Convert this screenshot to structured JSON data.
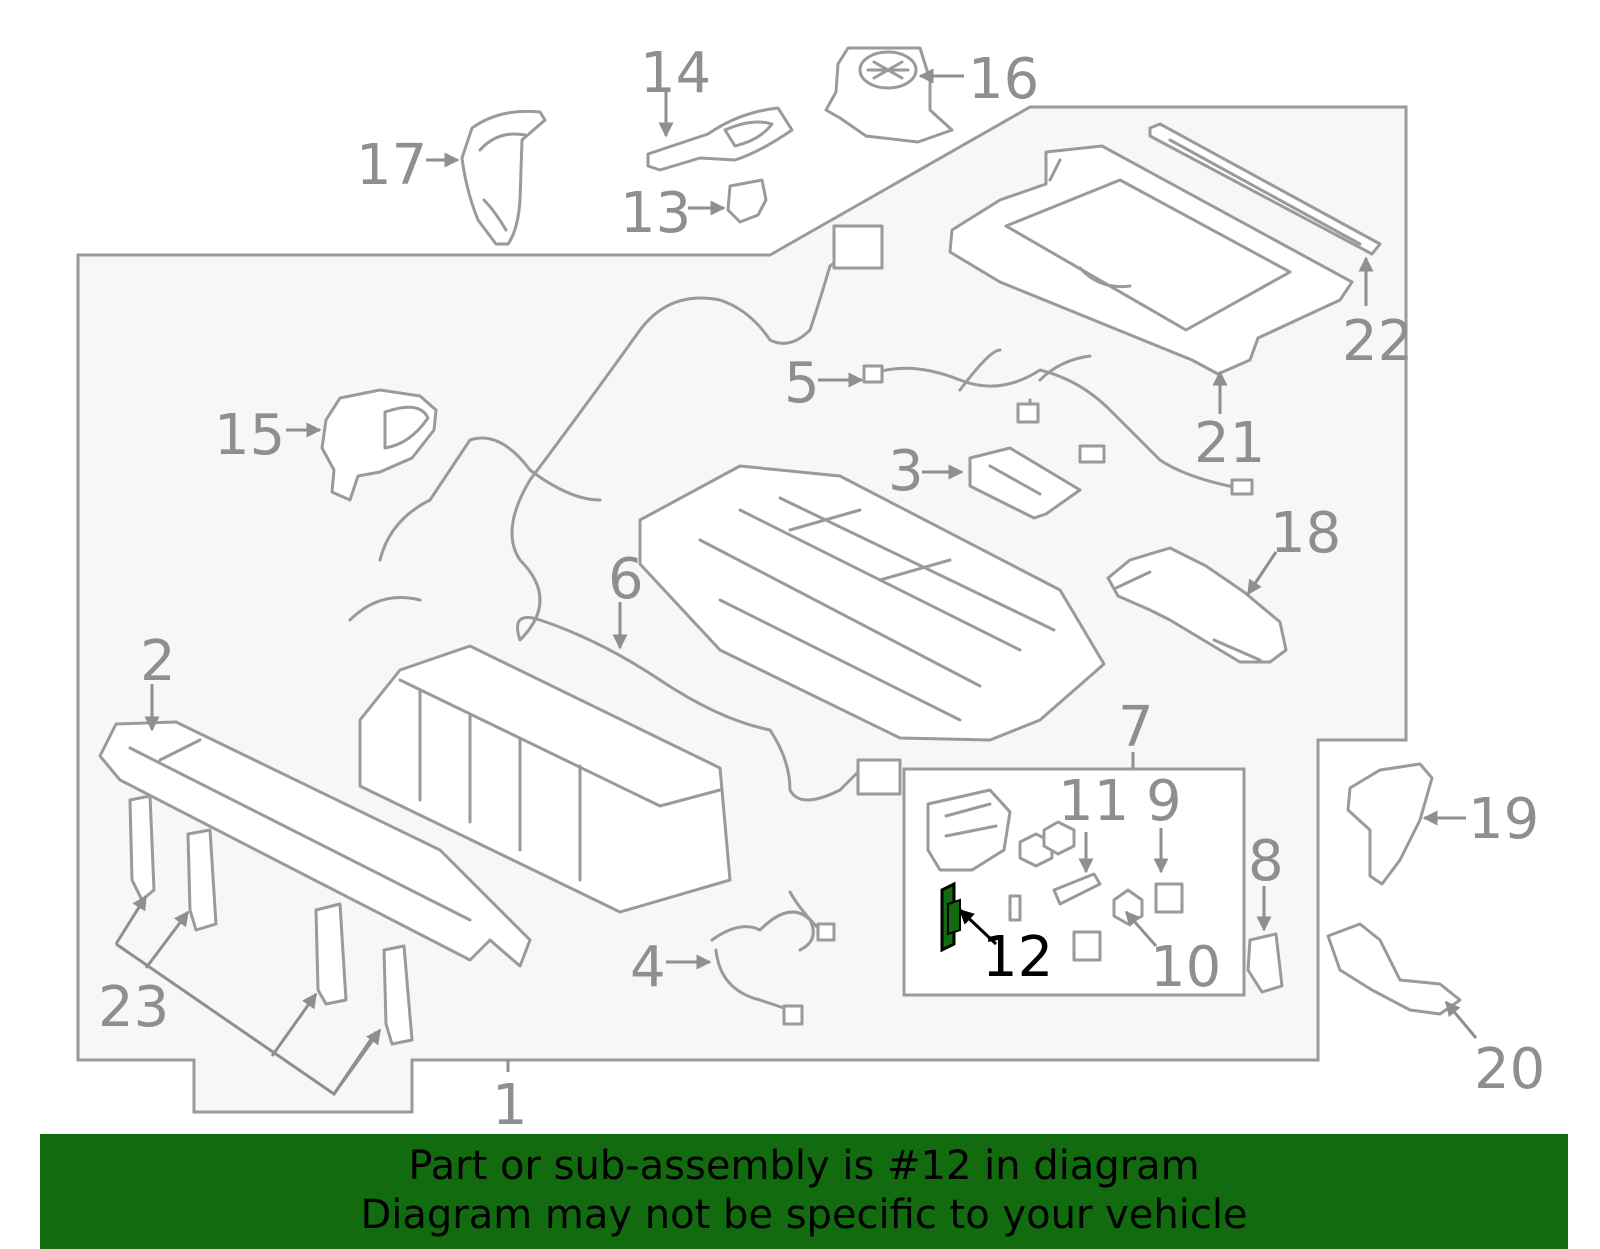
{
  "callouts": {
    "c1": "1",
    "c2": "2",
    "c3": "3",
    "c4": "4",
    "c5": "5",
    "c6": "6",
    "c7": "7",
    "c8": "8",
    "c9": "9",
    "c10": "10",
    "c11": "11",
    "c12": "12",
    "c13": "13",
    "c14": "14",
    "c15": "15",
    "c16": "16",
    "c17": "17",
    "c18": "18",
    "c19": "19",
    "c20": "20",
    "c21": "21",
    "c22": "22",
    "c23": "23"
  },
  "highlight": {
    "part_number": "12",
    "color": "#136b0f"
  },
  "footer": {
    "line1": "Part or sub-assembly is #12 in diagram",
    "line2": "Diagram may not be specific to your vehicle",
    "background": "#136b0f"
  }
}
